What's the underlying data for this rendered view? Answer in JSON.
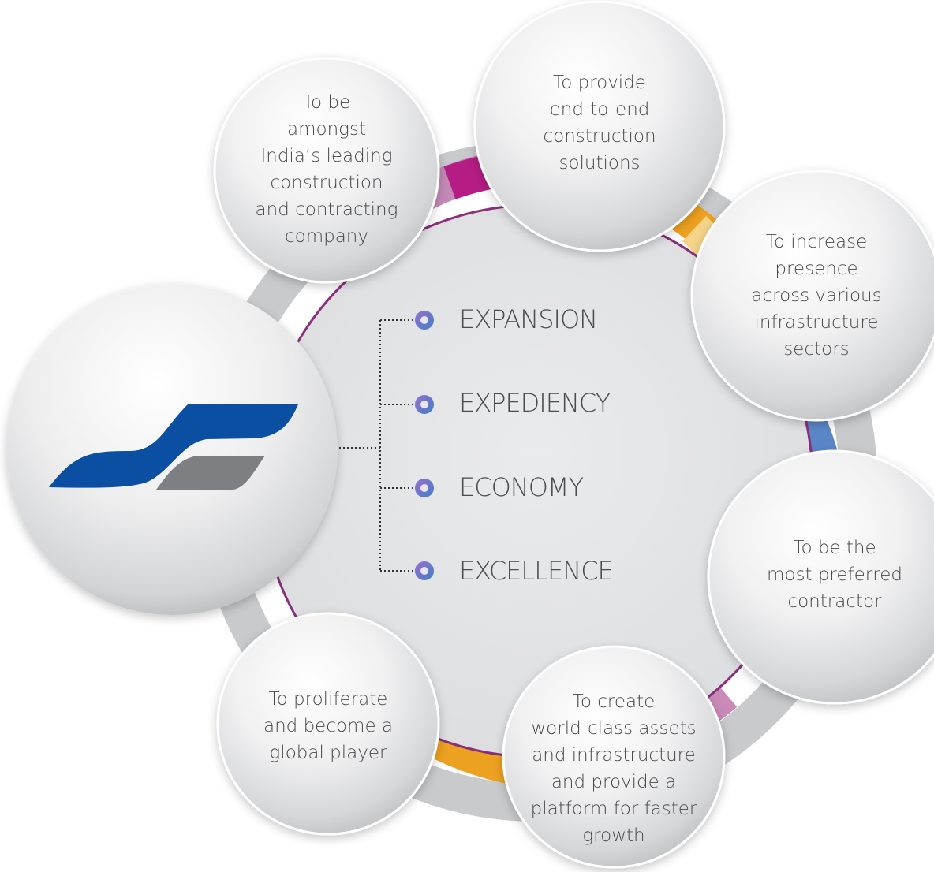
{
  "center": {
    "pillars": [
      "EXPANSION",
      "EXPEDIENCY",
      "ECONOMY",
      "EXCELLENCE"
    ]
  },
  "goals": [
    "To be\namongst\nIndia’s leading\nconstruction\nand contracting\ncompany",
    "To provide\nend-to-end\nconstruction\nsolutions",
    "To increase\npresence\nacross various\ninfrastructure\nsectors",
    "To be the\nmost preferred\ncontractor",
    "To create\nworld-class assets\nand infrastructure\nand provide a\nplatform for faster\ngrowth",
    "To proliferate\nand become a\nglobal player"
  ],
  "colors": {
    "ring_gray": "#c9cacb",
    "magenta": "#b51d84",
    "orange": "#eda121",
    "blue": "#5a86c8",
    "logo_blue": "#0b4fa3",
    "logo_gray": "#7d7f82",
    "bullet": "#5b6fc0"
  },
  "icons": {
    "logo": "company-logo",
    "bullet": "pillar-bullet-icon"
  }
}
